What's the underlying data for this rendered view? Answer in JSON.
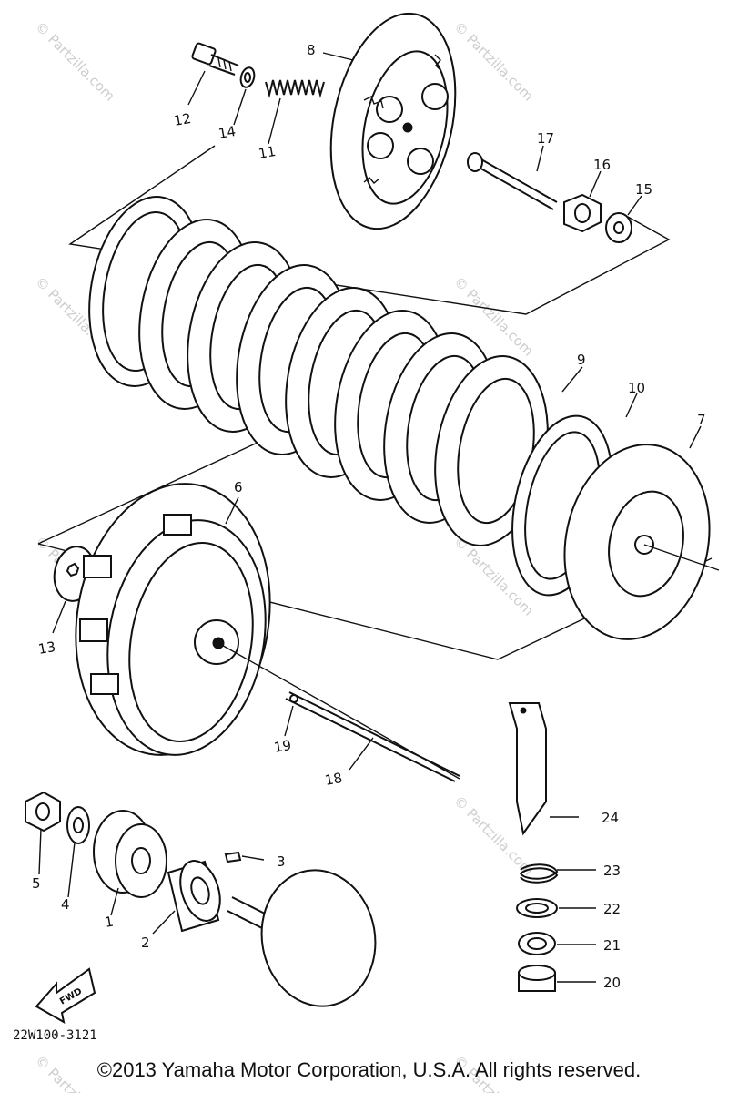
{
  "diagram": {
    "callouts": {
      "p1": "1",
      "p2": "2",
      "p3": "3",
      "p4": "4",
      "p5": "5",
      "p6": "6",
      "p7": "7",
      "p8": "8",
      "p9": "9",
      "p10": "10",
      "p11": "11",
      "p12": "12",
      "p13": "13",
      "p14": "14",
      "p15": "15",
      "p16": "16",
      "p17": "17",
      "p18": "18",
      "p19": "19",
      "p20": "20",
      "p21": "21",
      "p22": "22",
      "p23": "23",
      "p24": "24"
    },
    "direction_label": "FWD",
    "diagram_code": "22W100-3121",
    "watermark": "© Partzilla.com"
  },
  "footer": {
    "copyright": "©2013 Yamaha Motor Corporation, U.S.A. All rights reserved."
  }
}
